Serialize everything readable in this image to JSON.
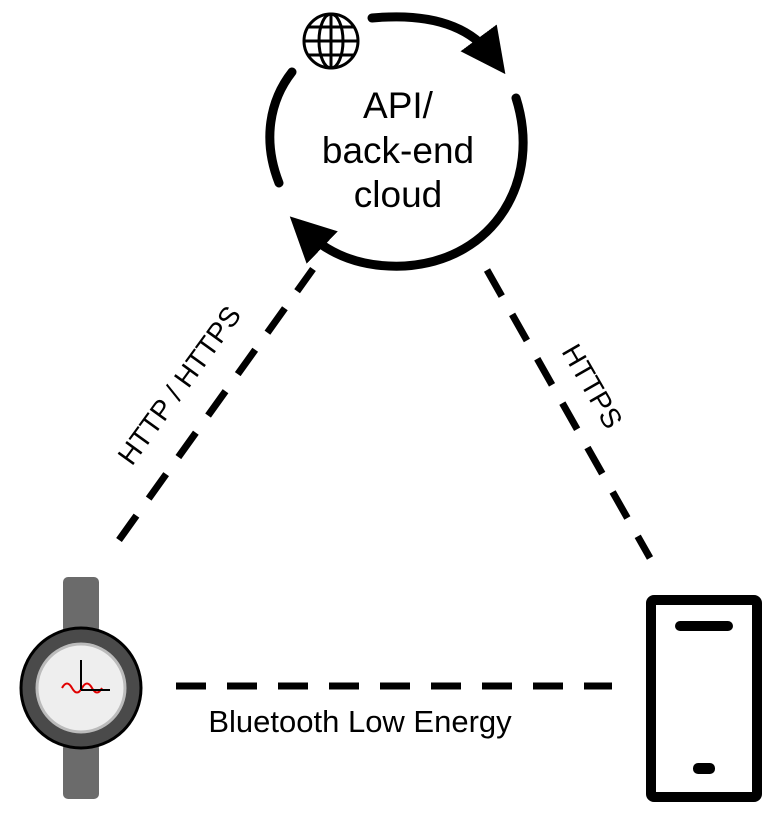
{
  "cloud": {
    "label_lines": [
      "API/",
      "back-end",
      "cloud"
    ],
    "icon": "globe-icon"
  },
  "links": {
    "device_to_cloud": "HTTP / HTTPS",
    "phone_to_cloud": "HTTPS",
    "device_to_phone": "Bluetooth Low Energy"
  },
  "devices": {
    "watch_icon": "smartwatch-icon",
    "phone_icon": "smartphone-icon"
  },
  "colors": {
    "line": "#000000",
    "watch_band": "#6b6b6b",
    "watch_case": "#4a4a4a",
    "watch_face": "#eeeeee",
    "ecg_trace": "#e00000"
  }
}
